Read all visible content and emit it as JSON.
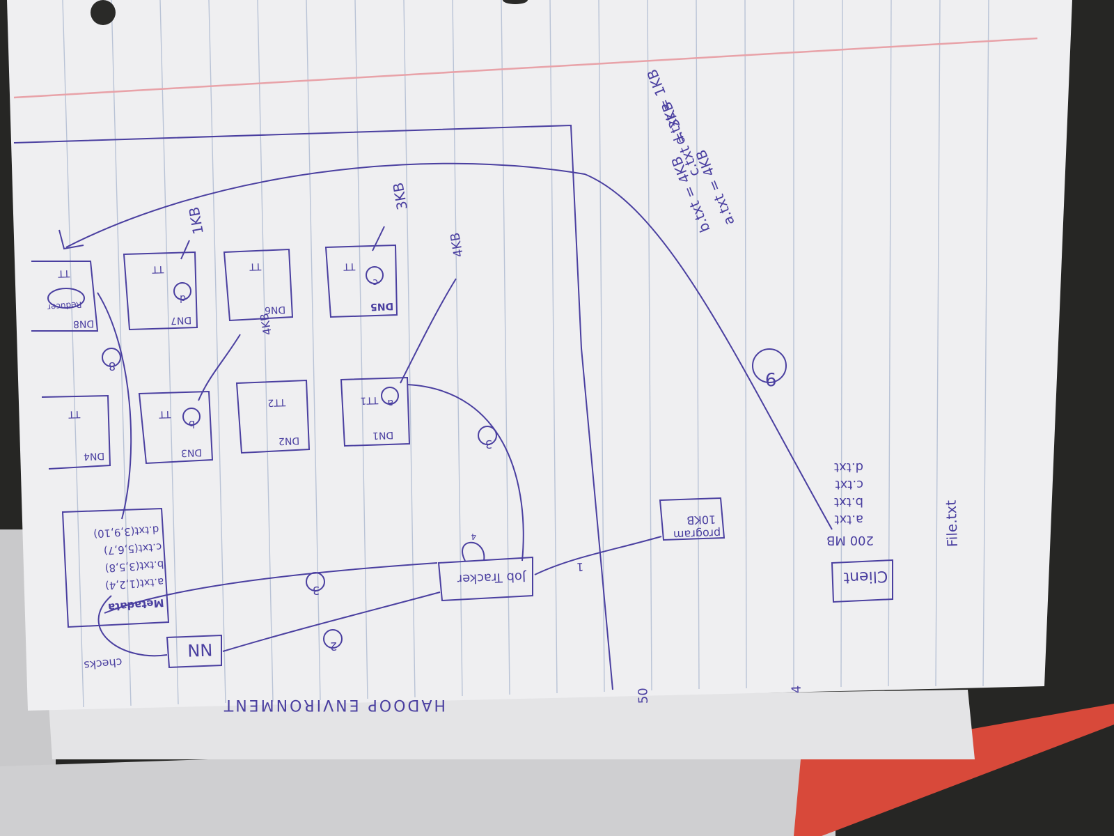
{
  "colors": {
    "ink": "#4a3fa0",
    "paper": "#efeff1",
    "rule_blue": "#b9c3d6",
    "margin_red": "#e8a2a8",
    "desk": "#262624",
    "red_folder": "#d8493a"
  },
  "page_heading": "HADOOP ENVIRONMENT",
  "client": {
    "box_label": "Client",
    "file_label": "File.txt",
    "size_label": "200 MB",
    "files": [
      "a.txt",
      "b.txt",
      "c.txt",
      "d.txt"
    ]
  },
  "program": {
    "size_label": "10KB",
    "name_label": "program"
  },
  "job_tracker": {
    "label": "Job Tracker"
  },
  "name_node": {
    "label": "NN",
    "checks_label": "checks"
  },
  "metadata": {
    "title": "Metadata",
    "lines": [
      "a.txt(1,2,4)",
      "b.txt(3,5,8)",
      "c.txt(5,6,7)",
      "d.txt(3,9,10)"
    ]
  },
  "file_sizes": [
    "a.txt = 4KB",
    "b.txt = 4KB",
    "c.txt = 3KB",
    "d.txt = 1KB"
  ],
  "nodes": [
    {
      "dn": "DN1",
      "tt": "TT1",
      "tag": "a"
    },
    {
      "dn": "DN2",
      "tt": "TT2",
      "tag": ""
    },
    {
      "dn": "DN3",
      "tt": "TT",
      "tag": "b"
    },
    {
      "dn": "DN4",
      "tt": "TT",
      "tag": ""
    },
    {
      "dn": "DN5",
      "tt": "TT",
      "tag": "c"
    },
    {
      "dn": "DN6",
      "tt": "TT",
      "tag": ""
    },
    {
      "dn": "DN7",
      "tt": "TT",
      "tag": "d"
    },
    {
      "dn": "DN8",
      "tt": "TT",
      "tag": "Reducer"
    }
  ],
  "annotations": {
    "kb4_a": "4KB",
    "kb4_b": "4KB",
    "kb3": "3KB",
    "kb1": "1KB"
  },
  "step_numbers": {
    "s1": "1",
    "s2": "2",
    "s3a": "3",
    "s3b": "3",
    "s4": "4",
    "s8": "8",
    "s9": "9"
  },
  "margin_marks": {
    "m1": "50",
    "m2": "4"
  }
}
